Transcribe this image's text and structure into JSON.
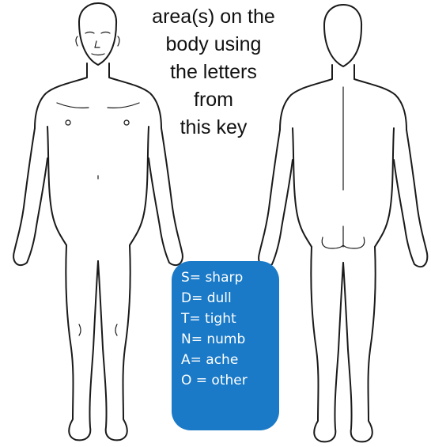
{
  "instructions": {
    "lines": [
      "area(s) on the",
      "body using",
      "the letters",
      "from",
      "this key"
    ]
  },
  "key": {
    "items": [
      "S= sharp",
      "D= dull",
      "T= tight",
      "N= numb",
      "A= ache",
      "O = other"
    ],
    "background_color": "#1a7ac8"
  },
  "figures": [
    "front-view",
    "back-view"
  ]
}
